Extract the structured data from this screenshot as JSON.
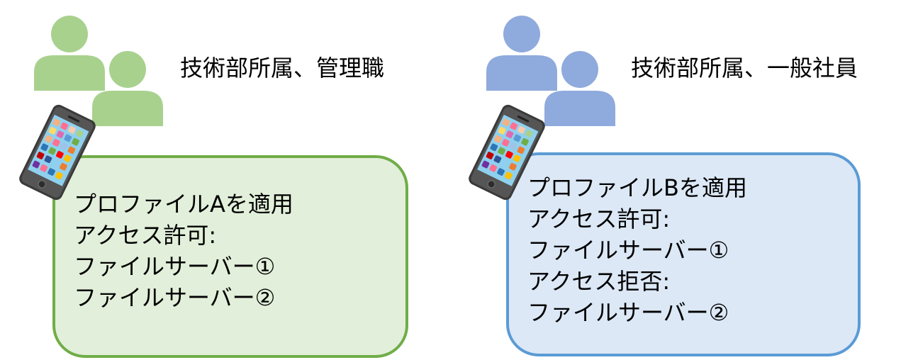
{
  "groups": [
    {
      "role": "技術部所属、管理職",
      "lines": [
        "プロファイルAを適用",
        "アクセス許可:",
        "ファイルサーバー①",
        "ファイルサーバー②"
      ]
    },
    {
      "role": "技術部所属、一般社員",
      "lines": [
        "プロファイルBを適用",
        "アクセス許可:",
        "ファイルサーバー①",
        "アクセス拒否:",
        "ファイルサーバー②"
      ]
    }
  ],
  "colors": {
    "left_people": "#a9d18e",
    "left_box_fill": "#e2efda",
    "left_box_border": "#70ad47",
    "right_people": "#8faadc",
    "right_box_fill": "#dce8f6",
    "right_box_border": "#5b9bd5"
  },
  "icons": [
    "people-icon",
    "smartphone-icon"
  ]
}
